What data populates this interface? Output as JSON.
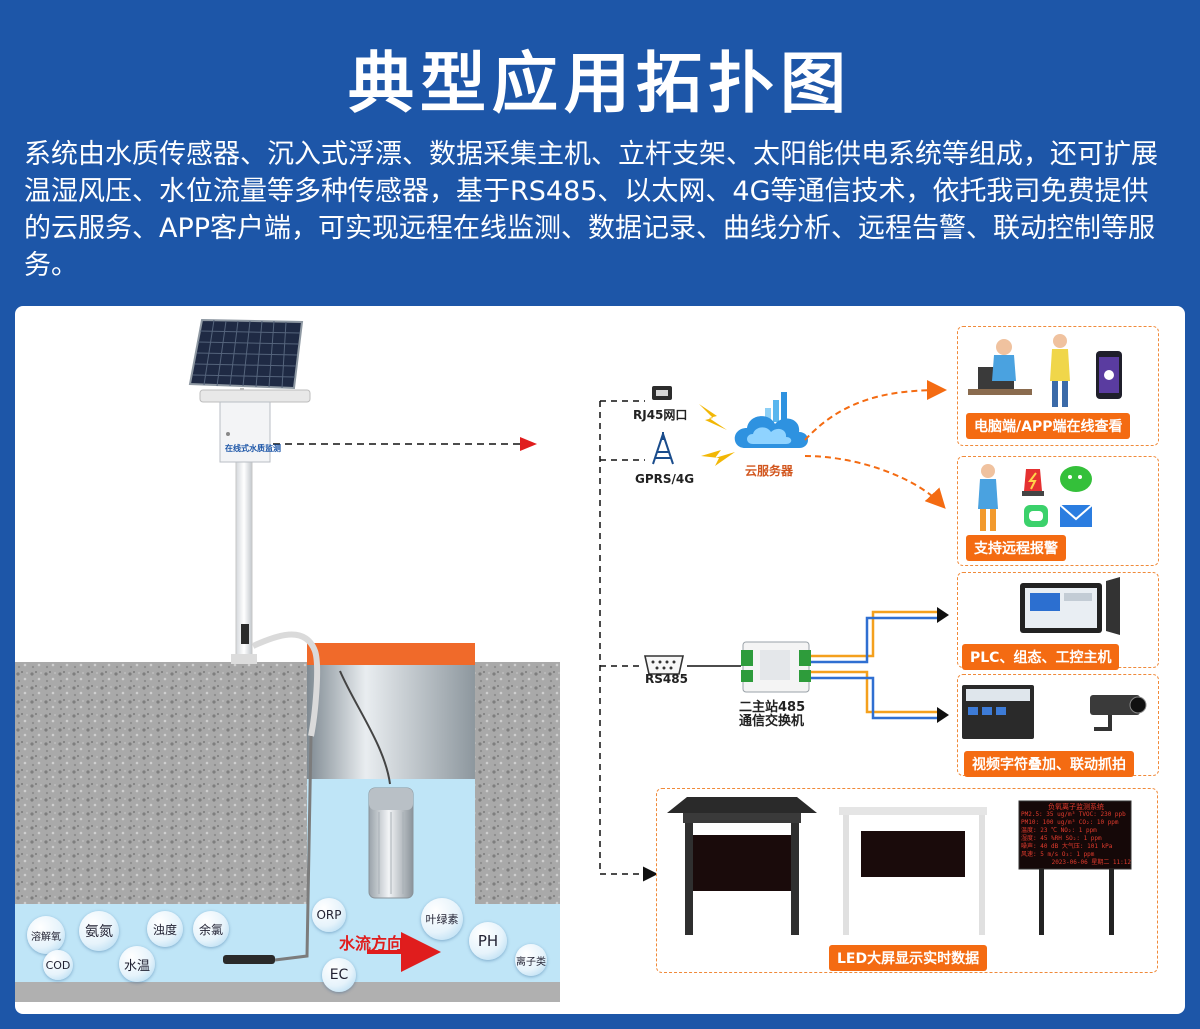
{
  "title": "典型应用拓扑图",
  "intro": "系统由水质传感器、沉入式浮漂、数据采集主机、立杆支架、太阳能供电系统等组成，还可扩展温湿风压、水位流量等多种传感器，基于RS485、以太网、4G等通信技术，依托我司免费提供的云服务、APP客户端，可实现远程在线监测、数据记录、曲线分析、远程告警、联动控制等服务。",
  "station_box_label": "在线式水质监测",
  "network": {
    "rj45": "RJ45网口",
    "gprs": "GPRS/4G",
    "cloud": "云服务器",
    "rs485": "RS485",
    "switch_line1": "二主站485",
    "switch_line2": "通信交换机"
  },
  "outputs": {
    "online_view": "电脑端/APP端在线查看",
    "remote_alarm": "支持远程报警",
    "plc": "PLC、组态、工控主机",
    "video": "视频字符叠加、联动抓拍",
    "led": "LED大屏显示实时数据"
  },
  "led_board": {
    "title": "负氧离子监测系统",
    "rows": [
      "PM2.5: 35 ug/m³  TVOC: 230 ppb",
      "PM10: 100 ug/m³  CO₂: 10 ppm",
      "温度: 23 ℃  NO₂: 1 ppm",
      "湿度: 45 %RH  SO₂: 1 ppm",
      "噪声: 40 dB  大气压: 101 kPa",
      "风速: 5 m/s  O₃: 1 ppm"
    ],
    "date": "2023-06-06 星期二 11:12"
  },
  "water": {
    "flow": "水流方向",
    "params": [
      "溶解氧",
      "氨氮",
      "浊度",
      "余氯",
      "COD",
      "水温",
      "ORP",
      "EC",
      "叶绿素",
      "PH",
      "离子类"
    ]
  },
  "colors": {
    "background": "#1d56a8",
    "accent": "#f46b12",
    "arrow_red": "#e01d1d",
    "water": "#bfe5f7"
  }
}
